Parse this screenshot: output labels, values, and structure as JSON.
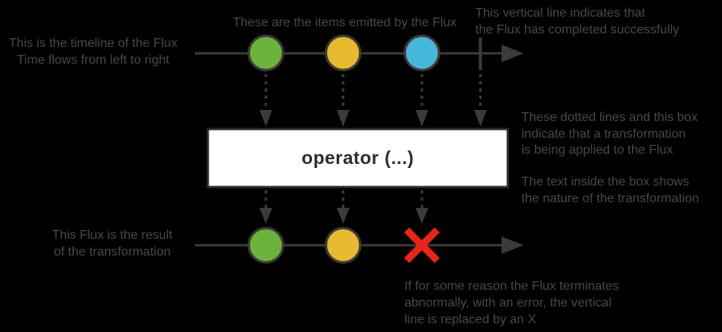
{
  "colors": {
    "background": "#000000",
    "annotation_text": "#4d4741",
    "line": "#3e3a36",
    "marble_green": "#6cb33e",
    "marble_yellow": "#e7ba30",
    "marble_blue": "#46b8dc",
    "error_red": "#ea2418",
    "box_fill": "#ffffff",
    "box_border": "#2c2a27",
    "box_text": "#322d27"
  },
  "diagram": {
    "operator_label": "operator (...)",
    "source_flux": {
      "marbles": [
        "green",
        "yellow",
        "blue"
      ],
      "terminal": "complete"
    },
    "result_flux": {
      "marbles": [
        "green",
        "yellow"
      ],
      "terminal": "error"
    }
  },
  "annotations": {
    "timeline_note": {
      "lines": [
        "This is the timeline of the Flux",
        "Time flows from left to right"
      ]
    },
    "items_note": {
      "lines": [
        "These are the items emitted by the Flux"
      ]
    },
    "complete_note": {
      "lines": [
        "This vertical line indicates that",
        "the Flux has completed successfully"
      ]
    },
    "transform_note": {
      "lines": [
        "These dotted lines and this box",
        "indicate that a transformation",
        "is being applied to the Flux"
      ]
    },
    "box_text_note": {
      "lines": [
        "The text inside the box shows",
        "the nature of the transformation"
      ]
    },
    "result_note": {
      "lines": [
        "This Flux is the result",
        "of the transformation"
      ]
    },
    "error_note": {
      "lines": [
        "If for some reason the Flux terminates",
        "abnormally, with an error, the vertical",
        "line is replaced by an X"
      ]
    }
  }
}
